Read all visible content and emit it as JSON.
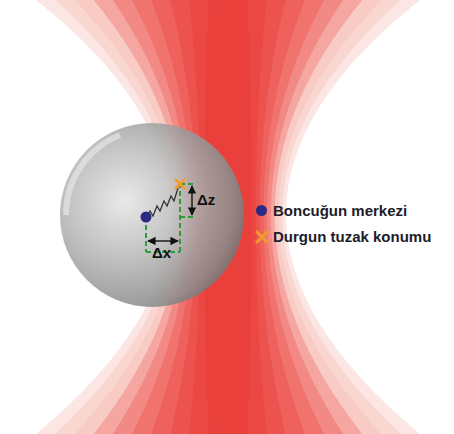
{
  "diagram": {
    "labels": [
      "Δx",
      "Δz"
    ],
    "legend": [
      {
        "text": "Boncuğun merkezi",
        "color": "#2a2a86"
      },
      {
        "text": "Durgun tuzak konumu"
      }
    ]
  }
}
